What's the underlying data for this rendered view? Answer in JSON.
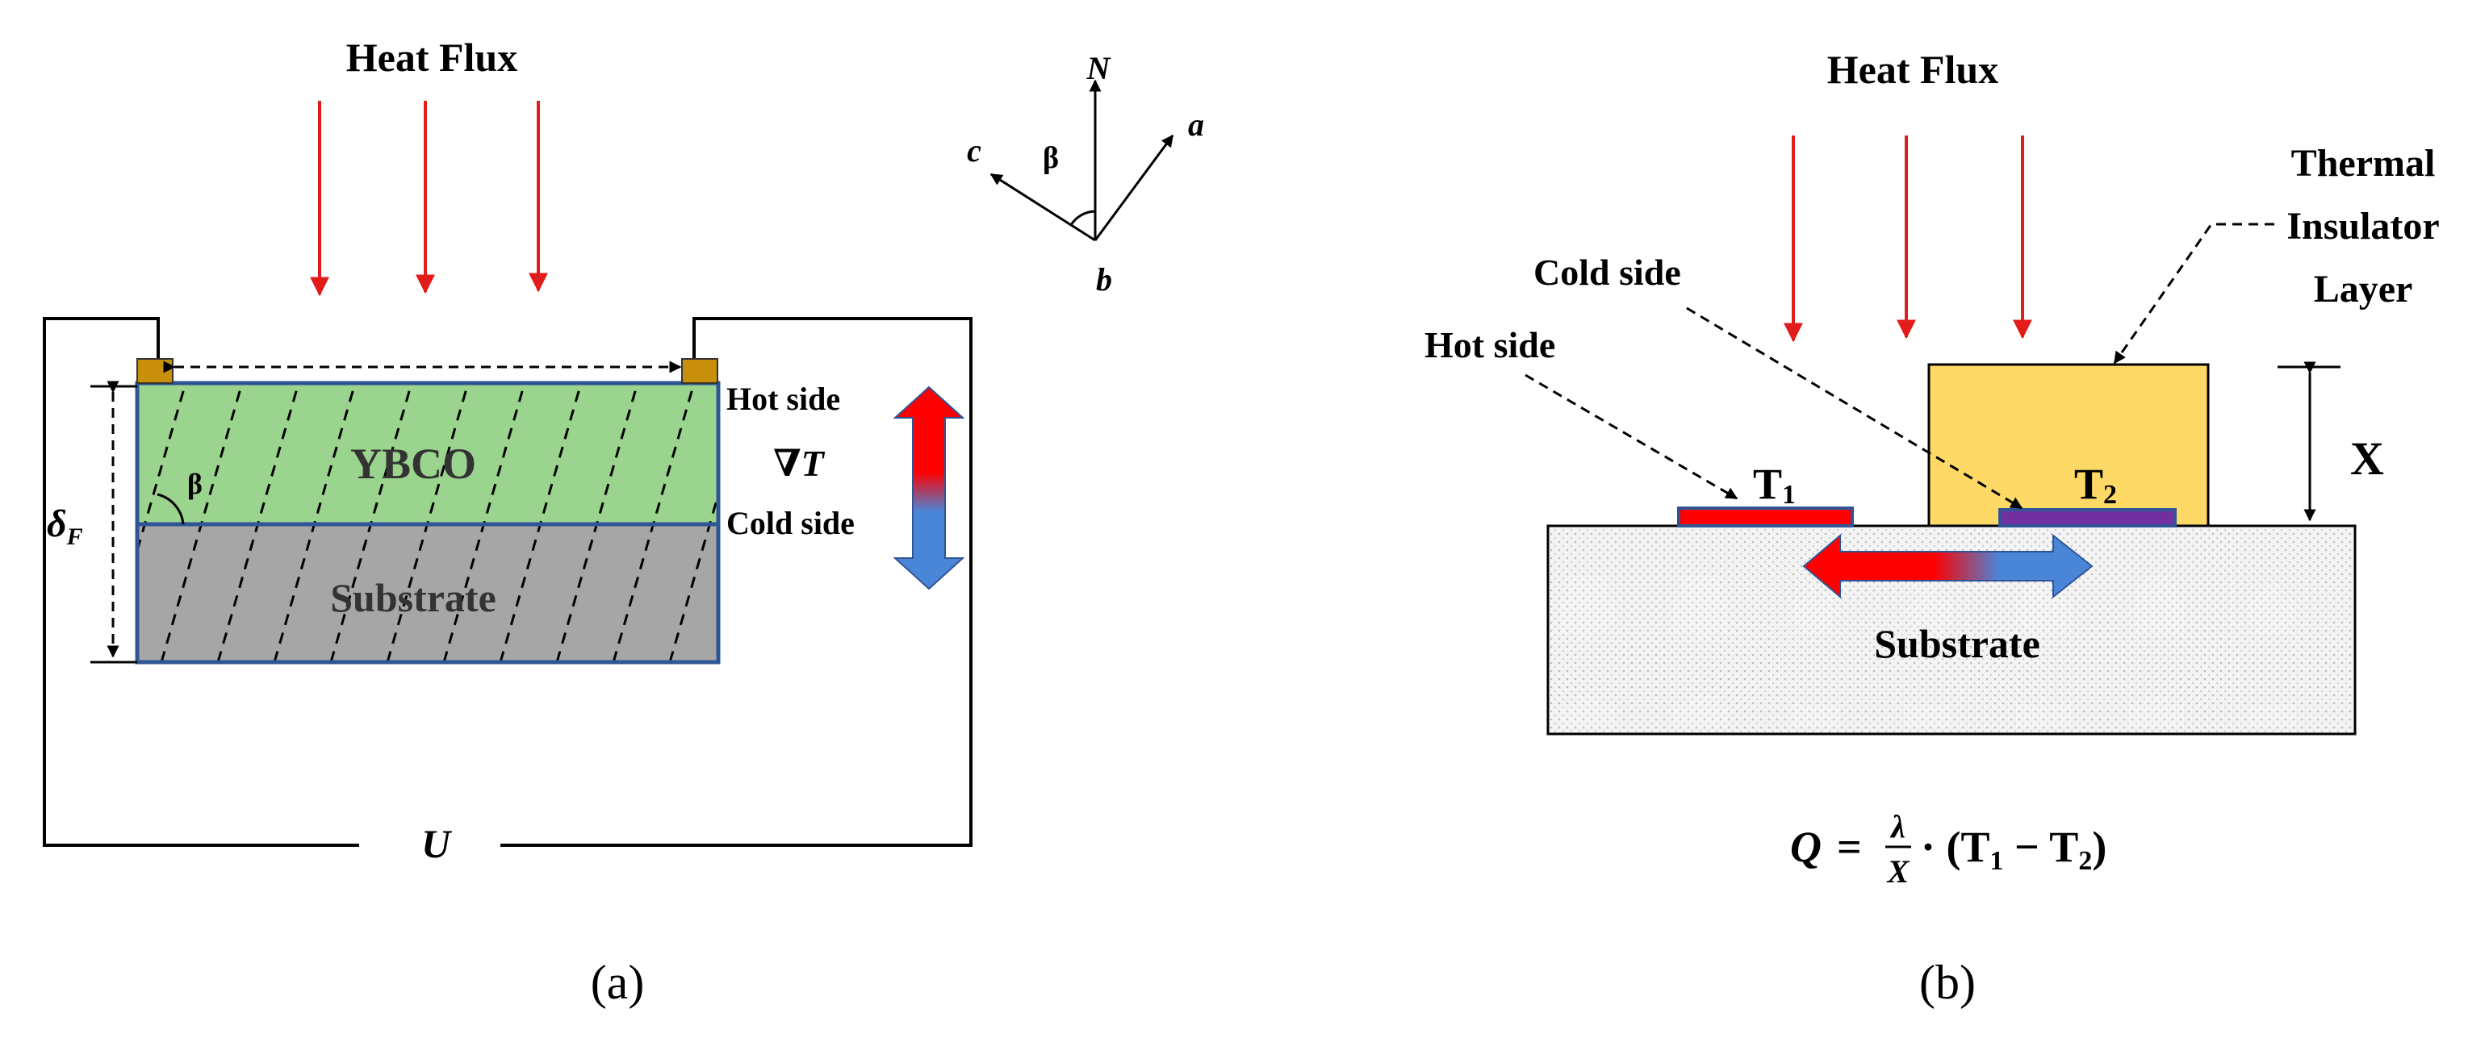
{
  "panel_a": {
    "heat_flux_label": "Heat Flux",
    "film_label": "YBCO",
    "substrate_label": "Substrate",
    "hot_side_label": "Hot side",
    "cold_side_label": "Cold side",
    "gradient_label": "∇T",
    "thickness_label": "δ",
    "thickness_subscript": "F",
    "angle_label": "β",
    "voltage_label": "U",
    "axes": {
      "n_label": "N",
      "a_label": "a",
      "b_label": "b",
      "c_label": "c",
      "angle_label": "β"
    },
    "caption": "(a)"
  },
  "panel_b": {
    "heat_flux_label": "Heat Flux",
    "insulator_label_line1": "Thermal",
    "insulator_label_line2": "Insulator",
    "insulator_label_line3": "Layer",
    "cold_side_label": "Cold side",
    "hot_side_label": "Hot side",
    "t1_label": "T",
    "t1_sub": "1",
    "t2_label": "T",
    "t2_sub": "2",
    "x_label": "X",
    "substrate_label": "Substrate",
    "equation": {
      "lhs": "Q",
      "eq": "=",
      "num": "λ",
      "den": "X",
      "rest": "· (T",
      "sub1": "1",
      "minus": " − T",
      "sub2": "2",
      "close": ")"
    },
    "caption": "(b)"
  },
  "colors": {
    "heat_arrow": "#e21b1b",
    "film_fill": "#9bd48e",
    "substrate_fill": "#a6a6a6",
    "outline_blue": "#2f5597",
    "contact_pad": "#c8900a",
    "insulator_fill": "#ffd966",
    "t1_sensor": "#ff0000",
    "t2_sensor": "#7030a0",
    "gradient_hot": "#ff0000",
    "gradient_cold": "#4a86d8"
  }
}
